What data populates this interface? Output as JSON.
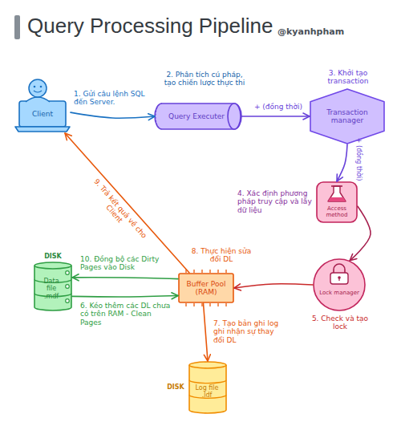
{
  "diagram": {
    "title": "Query Processing Pipeline",
    "nodes": [
      {
        "text": [
          "Client"
        ]
      },
      {
        "text": [
          "Query Executer"
        ]
      },
      {
        "text": [
          "Transaction manager"
        ]
      },
      {
        "text": [
          "Access method"
        ]
      },
      {
        "text": [
          "Lock manager"
        ]
      },
      {
        "text": [
          "Buffer Pool (RAM)"
        ]
      },
      {
        "text": [
          "DISK",
          "Data file .mdf"
        ]
      },
      {
        "text": [
          "DISK",
          "Log file .ldf"
        ]
      }
    ],
    "edges": [
      {
        "from": 0,
        "to": 1,
        "arrow": "to",
        "label": "1. Gửi câu lệnh SQL đến Server."
      },
      {
        "from": 1,
        "to": 2,
        "arrow": "to",
        "label": "+ (đồng thời)"
      },
      {
        "from": 2,
        "to": 3,
        "arrow": "to",
        "label": "+ (đồng thời)"
      },
      {
        "from": 3,
        "to": 4,
        "arrow": "to"
      },
      {
        "from": 4,
        "to": 5,
        "arrow": "to"
      },
      {
        "from": 6,
        "to": 5,
        "arrow": "to",
        "label": "6. Kéo thêm các DL chưa có trên RAM - Clean Pages"
      },
      {
        "from": 5,
        "to": 7,
        "arrow": "to",
        "label": "7. Tạo bản ghi log ghi nhận sự thay đổi DL"
      },
      {
        "from": 5,
        "to": 0,
        "arrow": "to",
        "label": "9. Trả kết quả về cho Client"
      },
      {
        "from": 5,
        "to": 6,
        "arrow": "to",
        "label": "10. Đồng bộ các Dirty Pages vào Disk"
      }
    ],
    "labels": [
      "@kyanhpham",
      "2. Phân tích cú pháp, tạo chiến lược thực thi",
      "3. Khởi tạo transaction",
      "4. Xác định phương pháp truy cập và lấy dữ liệu",
      "5. Check và tạo lock",
      "8. Thực hiện sửa đổi DL"
    ]
  }
}
